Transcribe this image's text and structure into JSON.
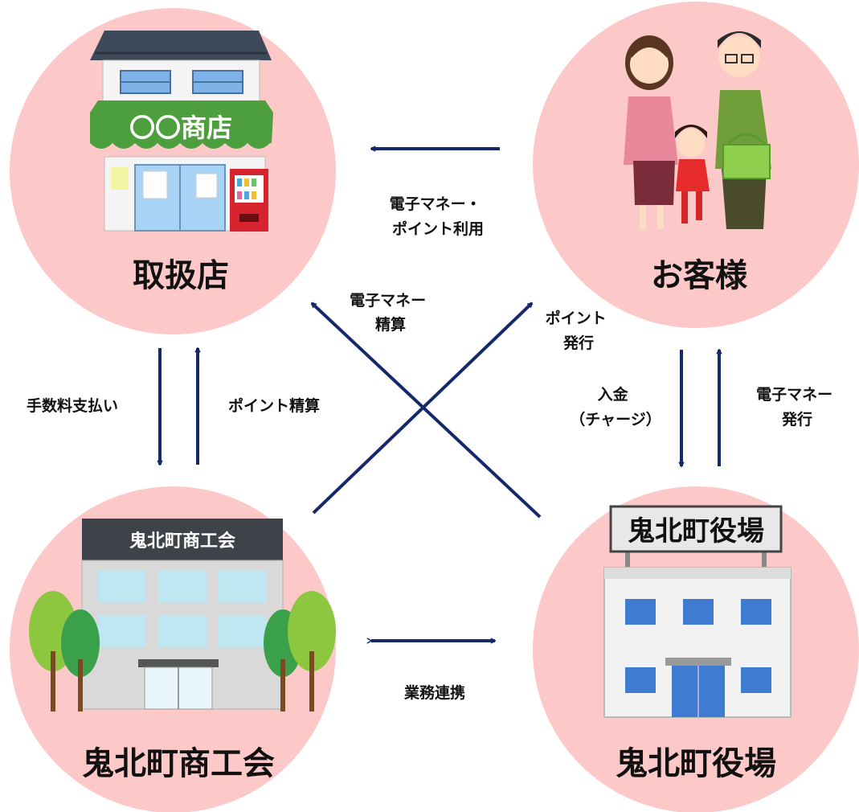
{
  "nodes": {
    "shop": {
      "label": "取扱店",
      "sign": "〇〇商店"
    },
    "customer": {
      "label": "お客様"
    },
    "chamber": {
      "label": "鬼北町商工会",
      "sign": "鬼北町商工会"
    },
    "town_office": {
      "label": "鬼北町役場",
      "sign": "鬼北町役場"
    }
  },
  "edges": {
    "customer_to_shop": [
      "電子マネー・",
      "ポイント利用"
    ],
    "shop_to_chamber": [
      "手数料支払い"
    ],
    "chamber_to_shop": [
      "ポイント精算"
    ],
    "office_to_shop": [
      "電子マネー",
      "精算"
    ],
    "chamber_to_customer": [
      "ポイント",
      "発行"
    ],
    "customer_to_office": [
      "入金",
      "（チャージ）"
    ],
    "office_to_customer": [
      "電子マネー",
      "発行"
    ],
    "chamber_office": [
      "業務連携"
    ]
  },
  "colors": {
    "circle": "#fcc8c8",
    "arrow": "#15286a",
    "awning": "#4d9e3c",
    "roof": "#3e4a5a",
    "window": "#7db3e8",
    "trees": "#8dc63f"
  }
}
